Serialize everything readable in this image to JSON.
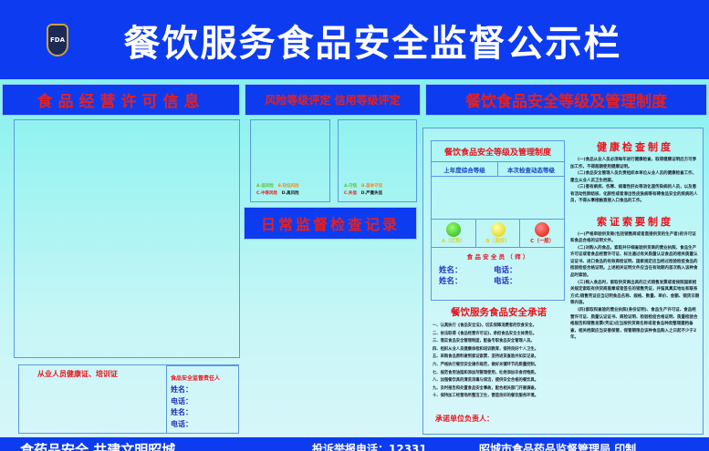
{
  "header": {
    "title": "餐饮服务食品安全监督公示栏",
    "logo_text": "FDA"
  },
  "sections": {
    "license": "食品经营许可信息",
    "rating": "风险等级评定  信用等级评定",
    "system": "餐饮食品安全等级及管理制度",
    "daily": "日常监督检查记录"
  },
  "risk_legend": [
    "A.低风险",
    "B.较低风险",
    "C.中等风险",
    "D.高风险"
  ],
  "credit_legend": [
    "A.守信",
    "B.基本守信",
    "C.失信",
    "D.严重失信"
  ],
  "grade_box": {
    "title": "餐饮食品安全等级及管理制度",
    "col1": "上年度综合等级",
    "col2": "本次检查动态等级",
    "levels": [
      "A（优秀）",
      "B（良好）",
      "C（一般）"
    ],
    "officer": "食 品 安 全 员 （ 师 ）",
    "name": "姓名：",
    "phone": "电话："
  },
  "health": {
    "title": "健康检查制度",
    "paras": [
      "(一)食品从业人员必须每年进行健康检查，取得健康证明后方可参加工作，不得超期使用健康证明。",
      "(二)食品安全管理人员负责组织本单位从业人员的健康检查工作，建立从业人员卫生档案。",
      "(三)患有痢疾、伤寒、病毒性肝炎等消化道传染病的人员，以及患有活动性肺结核、化脓性或者渗出性皮肤病等有碍食品安全的疾病的人员，不得从事接触直接入口食品的工作。"
    ]
  },
  "permit": {
    "title": "索证索要制度",
    "paras": [
      "(一)严格审验供货商(包括销售商或者直接供货的生产者)的许可证和食品合格的证明文件。",
      "(二)对购入的食品，索取并仔细查验供货商的营业执照、食品生产许可证或者食品经营许可证、标注通过有关质量认证食品的相关质量认证证书、进口食品的有效商检证明、国家规定应当经过检验检疫食品的检验检疫合格证明。上述相关证明文件应当在有效期内首次购入该种食品时索验。",
      "(三)购入食品时，索取供货商出具的正式销售发票或者按照国家相关规定索取有供货商盖章或者签名的销售凭证，并留具真实地址和联系方式;销售凭证应当记明食品名称、规格、数量、单价、金额、销货日期等内容。",
      "(四)索取和查验的营业执照(身份证明)、食品生产许可证、食品经营许可证、质量认证证书、商检证明、检验检疫合格证明、质量检验合格报告和销售发票(凭证)应当按供货商名称或者食品种类整理建档备查，相关档案应当妥善保管，保管期限自该种食品购入之日起不少于2年。"
    ]
  },
  "promise": {
    "title": "餐饮服务食品安全承诺",
    "items": [
      "一、认真执行《食品安全法》，切实保障消费者的饮食安全。",
      "二、依法取得《食品经营许可证》，承担食品安全主体责任。",
      "三、落实食品安全管理制度，配备专职食品安全管理人员。",
      "四、组织从业人员健康体检和培训教育，保持良好个人卫生。",
      "五、采购食品原料做到索证索票，坚持进货查验并如实记录。",
      "六、严格执行餐饮安全操作规范，做好关键环节的质量控制。",
      "七、规范食用油脂和添加剂管理使用，杜绝添加非食用物质。",
      "八、加强餐饮具的清洗消毒与保洁，提供安全合格的餐饮具。",
      "九、及时报告和处置食品安全事故，配合相关部门开展调查。",
      "十、保持加工经营场所整洁卫生，营造良好的餐饮服务环境。"
    ],
    "sign": "承诺单位负责人："
  },
  "staff": {
    "title": "从业人员健康证、培训证",
    "resp_title": "食品安全监督责任人",
    "fields": [
      "姓名：",
      "电话：",
      "姓名：",
      "电话："
    ]
  },
  "footer": {
    "slogan": "食药品安全 共建文明昭城",
    "hotline": "投诉举报电话：12331",
    "issuer": "昭城市食品药品监督管理局  印制"
  },
  "colors": {
    "banner": "#0d3cf0",
    "heading_red": "#e8141c",
    "background": "#6ff0ec"
  }
}
